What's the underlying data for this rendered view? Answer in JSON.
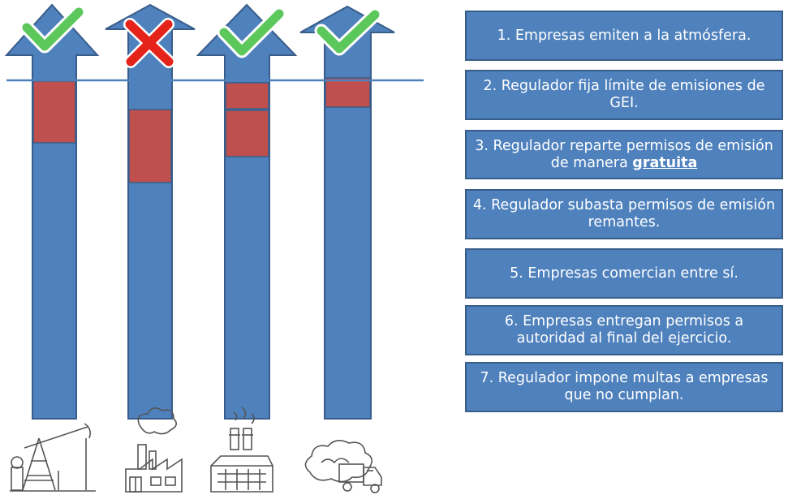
{
  "colors": {
    "bar_fill": "#4f81bd",
    "bar_stroke": "#385d8a",
    "emission_fill": "#c0504d",
    "check": "#5cc85c",
    "cross": "#e5231b"
  },
  "bars": [
    {
      "name": "oil-extraction",
      "status": "check",
      "status_icon": "check-icon",
      "facility_icon": "oil-pump-icon"
    },
    {
      "name": "factory",
      "status": "cross",
      "status_icon": "cross-icon",
      "facility_icon": "factory-icon"
    },
    {
      "name": "industrial-plant",
      "status": "check",
      "status_icon": "check-icon",
      "facility_icon": "industrial-plant-icon"
    },
    {
      "name": "transport",
      "status": "check",
      "status_icon": "check-icon",
      "facility_icon": "truck-cloud-icon"
    }
  ],
  "steps": [
    {
      "text": "1. Empresas emiten a la atmósfera."
    },
    {
      "text": "2. Regulador fija límite de emisiones de GEI."
    },
    {
      "text_before": "3. Regulador reparte permisos de emisión de manera ",
      "emphasis": "gratuita"
    },
    {
      "text": "4. Regulador subasta permisos de emisión remantes."
    },
    {
      "text": "5. Empresas comercian entre sí."
    },
    {
      "text": "6. Empresas entregan permisos a autoridad al final del ejercicio."
    },
    {
      "text": "7. Regulador impone multas a empresas que no cumplan."
    }
  ]
}
